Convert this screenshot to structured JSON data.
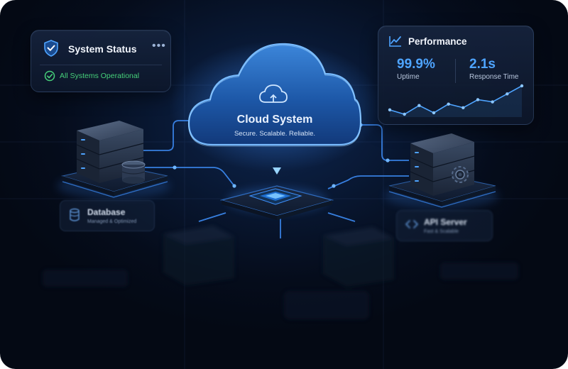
{
  "status_card": {
    "title": "System Status",
    "menu": "•••",
    "status_text": "All Systems Operational",
    "icons": {
      "badge": "shield-check-icon",
      "status": "check-circle-icon",
      "menu": "more-horizontal-icon"
    },
    "colors": {
      "ok": "#46d07a",
      "badge": "#3b8cff"
    }
  },
  "performance_card": {
    "title": "Performance",
    "icon": "line-chart-icon",
    "metrics": [
      {
        "value": "99.9%",
        "label": "Uptime"
      },
      {
        "value": "2.1s",
        "label": "Response Time"
      }
    ],
    "sparkline": [
      22,
      16,
      28,
      18,
      30,
      25,
      36,
      33,
      44,
      55
    ],
    "accent": "#4ea4ff"
  },
  "cloud": {
    "title": "Cloud System",
    "tagline": "Secure. Scalable. Reliable.",
    "icon": "cloud-icon"
  },
  "nodes": {
    "database": {
      "label": "Database",
      "sublabel": "Managed & Optimized",
      "icon": "database-icon"
    },
    "api_server": {
      "label": "API Server",
      "sublabel": "Fast & Scalable",
      "icon": "code-icon"
    }
  }
}
